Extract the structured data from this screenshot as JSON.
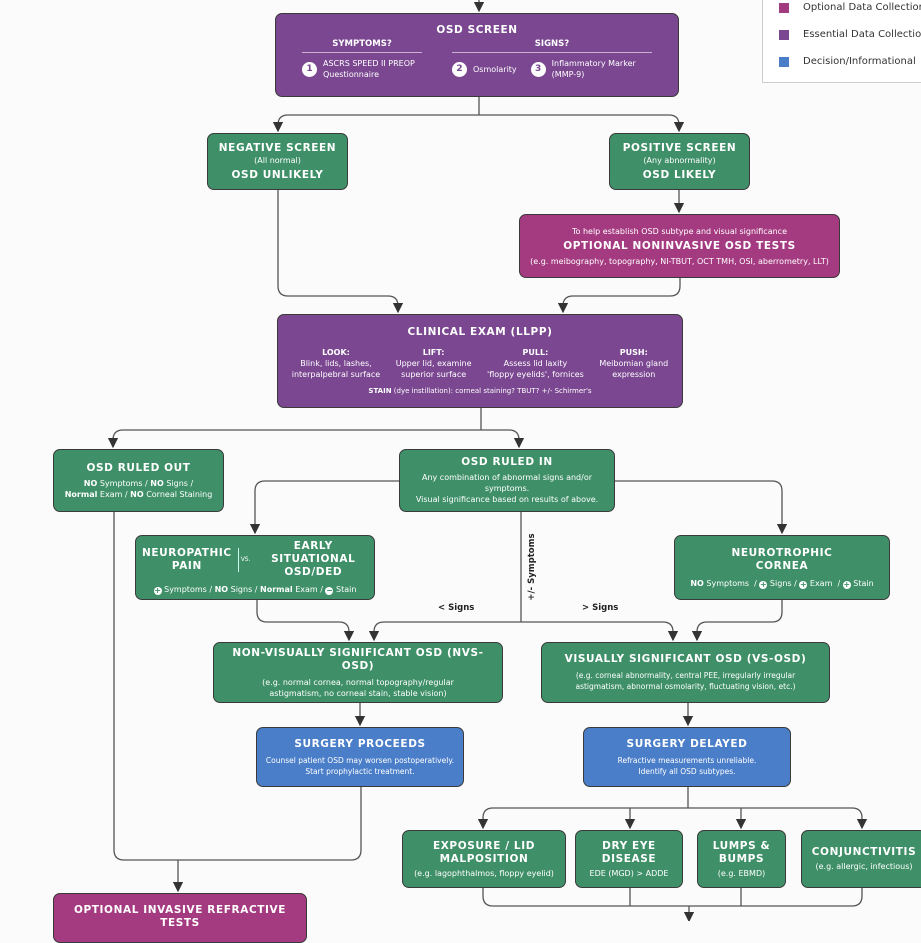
{
  "legend": [
    {
      "label": "Optional Data Collection",
      "color": "#a43a80"
    },
    {
      "label": "Essential Data Collection",
      "color": "#7a4790"
    },
    {
      "label": "Decision/Informational",
      "color": "#4a7ec9"
    }
  ],
  "screen": {
    "title": "OSD SCREEN",
    "symptoms_header": "SYMPTOMS?",
    "signs_header": "SIGNS?",
    "items": [
      {
        "num": "1",
        "text1": "ASCRS SPEED II PREOP",
        "text2": "Questionnaire"
      },
      {
        "num": "2",
        "text1": "Osmolarity",
        "text2": ""
      },
      {
        "num": "3",
        "text1": "Inflammatory Marker",
        "text2": "(MMP-9)"
      }
    ]
  },
  "negative": {
    "title": "NEGATIVE SCREEN",
    "sub": "(All normal)",
    "result": "OSD UNLIKELY"
  },
  "positive": {
    "title": "POSITIVE SCREEN",
    "sub": "(Any abnormality)",
    "result": "OSD LIKELY"
  },
  "noninvasive": {
    "intro": "To help establish OSD subtype and visual significance",
    "title": "OPTIONAL NONINVASIVE OSD TESTS",
    "examples": "(e.g. meibography, topography, NI-TBUT, OCT TMH, OSI, aberrometry, LLT)"
  },
  "clinical": {
    "title": "CLINICAL EXAM (LLPP)",
    "cols": [
      {
        "h": "LOOK:",
        "l1": "Blink, lids, lashes,",
        "l2": "interpalpebral surface"
      },
      {
        "h": "LIFT:",
        "l1": "Upper lid, examine",
        "l2": "superior surface"
      },
      {
        "h": "PULL:",
        "l1": "Assess lid laxity",
        "l2": "'floppy eyelids', fornices"
      },
      {
        "h": "PUSH:",
        "l1": "Meibomian gland",
        "l2": "expression"
      }
    ],
    "stain_bold": "STAIN",
    "stain_rest": " (dye instillation): corneal staining? TBUT? +/- Schirmer's"
  },
  "ruled_out": {
    "title": "OSD RULED OUT",
    "p": [
      "NO",
      " Symptoms / ",
      "NO",
      " Signs /",
      "Normal",
      " Exam / ",
      "NO",
      " Corneal Staining"
    ]
  },
  "ruled_in": {
    "title": "OSD RULED IN",
    "l1": "Any combination of abnormal signs and/or symptoms.",
    "l2": "Visual significance based on results of above."
  },
  "neuropathic": {
    "left1": "NEUROPATHIC",
    "left2": "PAIN",
    "vs": "VS.",
    "right1": "EARLY SITUATIONAL",
    "right2": "OSD/DED",
    "plus": "+",
    "p1": " Symptoms / ",
    "no": "NO",
    "p2": " Signs / ",
    "normal": "Normal",
    "p3": " Exam / ",
    "minus": "−",
    "p4": " Stain"
  },
  "neurotrophic": {
    "t1": "NEUROTROPHIC",
    "t2": "CORNEA",
    "no": "NO",
    "p1": " Symptoms  / ",
    "plus": "+",
    "p2": " Signs / ",
    "p3": " Exam  / ",
    "p4": " Stain"
  },
  "labels": {
    "less_signs": "< Signs",
    "more_signs": "> Signs",
    "symptoms": "+/- Symptoms"
  },
  "nvs": {
    "title": "NON-VISUALLY SIGNIFICANT OSD (NVS-OSD)",
    "l1": "(e.g. normal cornea, normal topography/regular",
    "l2": "astigmatism, no corneal stain, stable vision)"
  },
  "vs": {
    "title": "VISUALLY SIGNIFICANT OSD (VS-OSD)",
    "l1": "(e.g. corneal abnormality, central PEE, irregularly irregular",
    "l2": "astigmatism, abnormal osmolarity, fluctuating vision, etc.)"
  },
  "proceeds": {
    "title": "SURGERY PROCEEDS",
    "l1": "Counsel patient OSD may worsen postoperatively.",
    "l2": "Start prophylactic treatment."
  },
  "delayed": {
    "title": "SURGERY DELAYED",
    "l1": "Refractive measurements unreliable.",
    "l2": "Identify all OSD subtypes."
  },
  "subtypes": [
    {
      "t1": "EXPOSURE / LID",
      "t2": "MALPOSITION",
      "sub": "(e.g. lagophthalmos, floppy eyelid)"
    },
    {
      "t1": "DRY EYE",
      "t2": "DISEASE",
      "sub": "EDE (MGD) > ADDE"
    },
    {
      "t1": "LUMPS &",
      "t2": "BUMPS",
      "sub": "(e.g. EBMD)"
    },
    {
      "t1": "CONJUNCTIVITIS",
      "t2": "",
      "sub": "(e.g. allergic, infectious)"
    }
  ],
  "invasive": {
    "title": "OPTIONAL INVASIVE REFRACTIVE TESTS"
  }
}
